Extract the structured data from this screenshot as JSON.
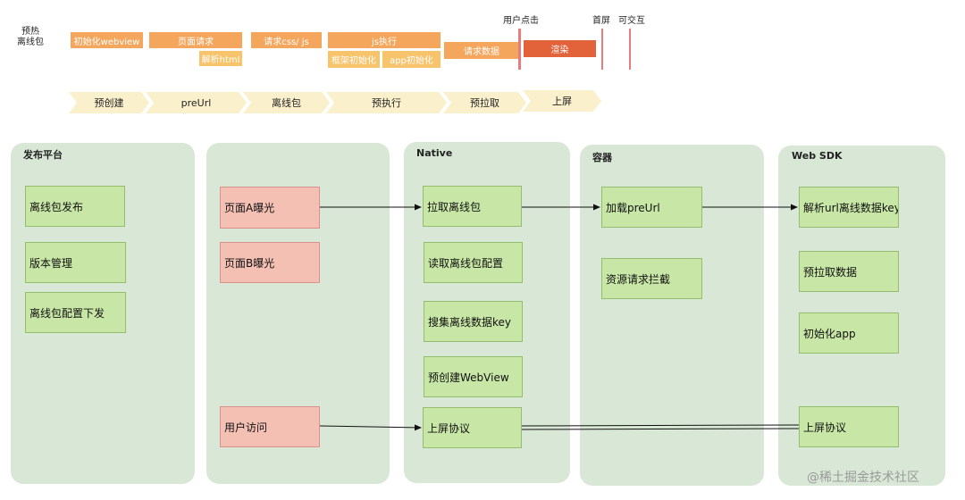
{
  "timeline": {
    "row_label": [
      "预热",
      "离线包"
    ],
    "boxes": [
      "初始化webview",
      "页面请求",
      "解析html",
      "请求css/ js",
      "js执行",
      "框架初始化",
      "app初始化",
      "请求数据",
      "渲染"
    ],
    "markers": [
      "用户点击",
      "首屏",
      "可交互"
    ]
  },
  "phases": [
    "预创建",
    "preUrl",
    "离线包",
    "预执行",
    "预拉取",
    "上屏"
  ],
  "panels": [
    {
      "title": "发布平台",
      "nodes": [
        "离线包发布",
        "版本管理",
        "离线包配置下发"
      ]
    },
    {
      "title": "",
      "nodes": [
        "页面A曝光",
        "页面B曝光",
        "用户访问"
      ]
    },
    {
      "title": "Native",
      "nodes": [
        "拉取离线包",
        "读取离线包配置",
        "搜集离线数据key",
        "预创建WebView",
        "上屏协议"
      ]
    },
    {
      "title": "容器",
      "nodes": [
        "加载preUrl",
        "资源请求拦截"
      ]
    },
    {
      "title": "Web SDK",
      "nodes": [
        "解析url离线数据key",
        "预拉取数据",
        "初始化app",
        "上屏协议"
      ]
    }
  ],
  "watermark": "@稀土掘金技术社区",
  "colors": {
    "panel_bg": "#d9e8d6",
    "node_green": "#c8e6a6",
    "node_pink": "#f4c0b4",
    "timeline_orange": "#f5a65d",
    "timeline_yellow": "#f7c36b",
    "render_red": "#e2623a",
    "marker_red": "#e87b7b",
    "phase_bg": "#fbf0cc"
  }
}
